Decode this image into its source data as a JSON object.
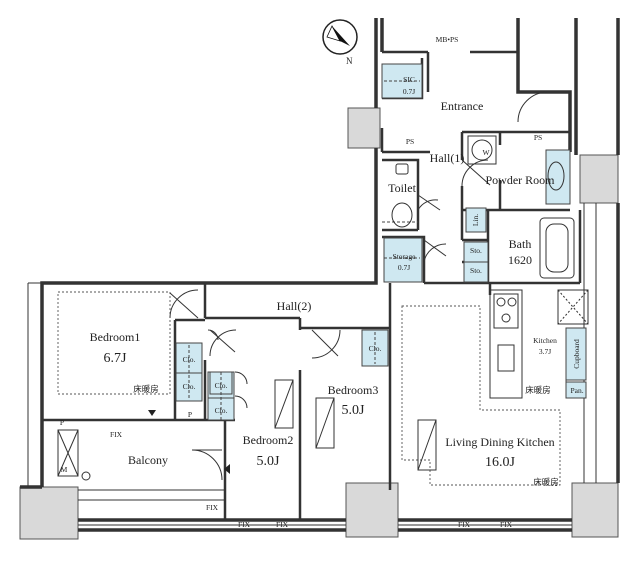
{
  "compass": {
    "north_label": "N"
  },
  "rooms": {
    "mb_ps": "MB•PS",
    "sic": "SIC",
    "sic_size": "0.7J",
    "entrance": "Entrance",
    "ps_left": "PS",
    "ps_right": "PS",
    "hall1": "Hall(1)",
    "washer": "W",
    "powder_room": "Powder Room",
    "toilet": "Toilet",
    "linen": "Lin.",
    "storage": "Storage",
    "storage_size": "0.7J",
    "sto_top": "Sto.",
    "sto_bottom": "Sto.",
    "bath": "Bath",
    "bath_size": "1620",
    "hall2": "Hall(2)",
    "bedroom1": "Bedroom1",
    "bedroom1_size": "6.7J",
    "bedroom2": "Bedroom2",
    "bedroom2_size": "5.0J",
    "bedroom3": "Bedroom3",
    "bedroom3_size": "5.0J",
    "kitchen": "Kitchen",
    "kitchen_size": "3.7J",
    "cupboard": "Cupboard",
    "pantry": "Pan.",
    "ldk": "Living Dining Kitchen",
    "ldk_size": "16.0J",
    "balcony": "Balcony",
    "closet_label": "Clo.",
    "floor_heating": "床暖房",
    "pipe_space": "P",
    "meter": "M",
    "fix": "FIX"
  }
}
